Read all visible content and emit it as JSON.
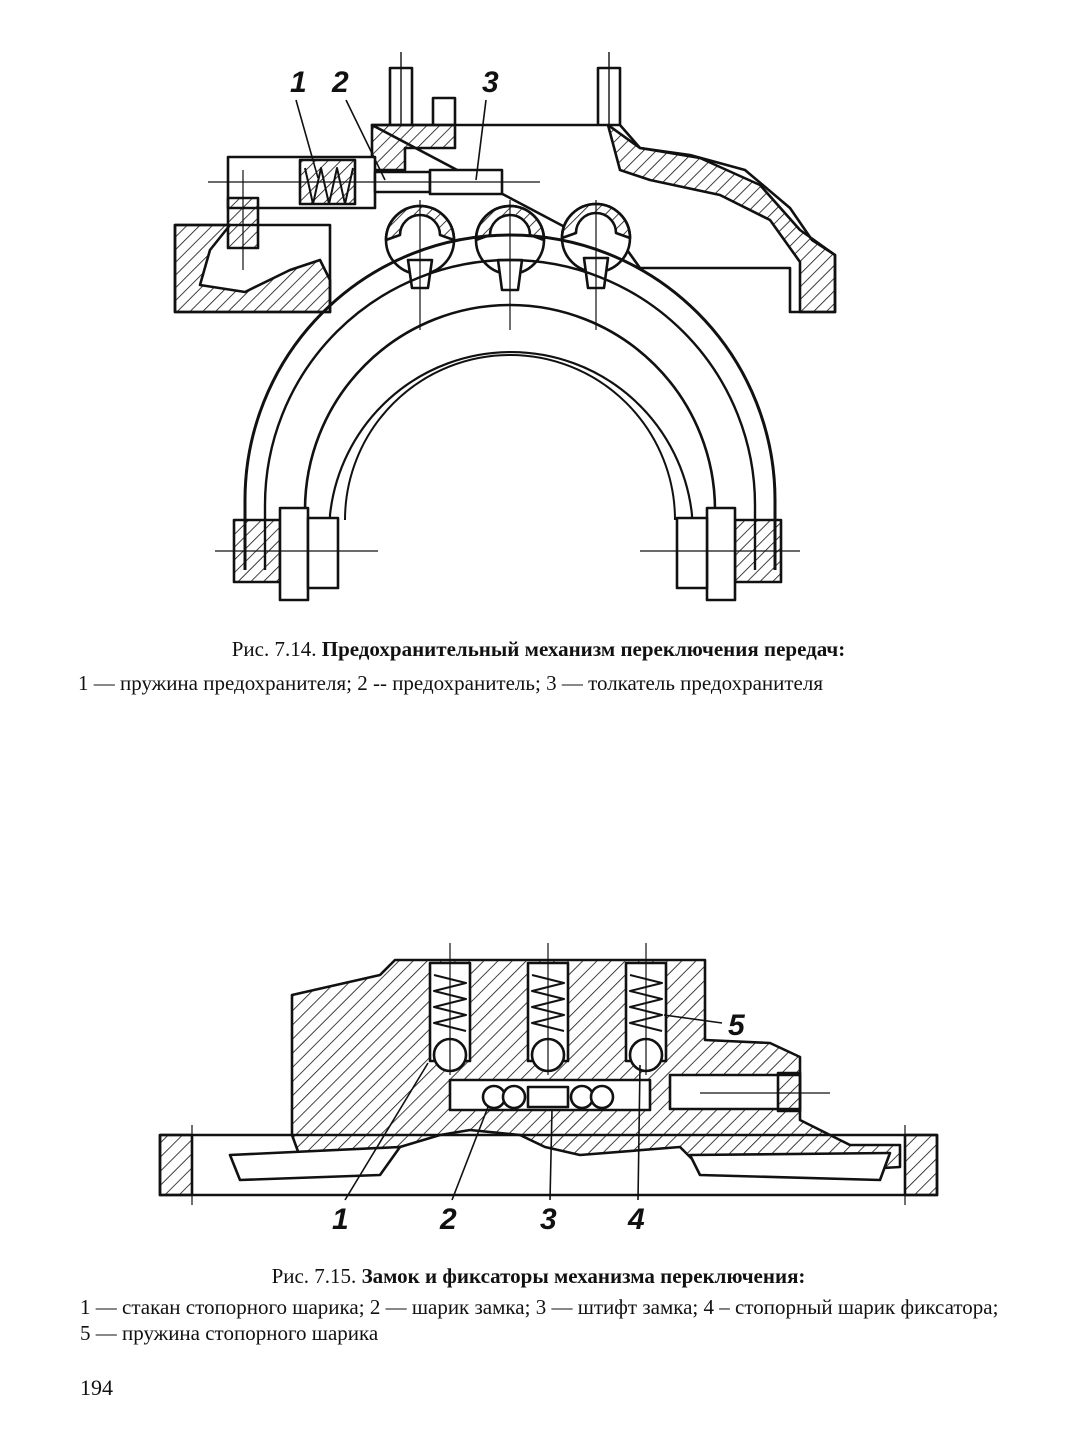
{
  "figure_1": {
    "callouts": [
      "1",
      "2",
      "3"
    ],
    "caption_prefix": "Рис. 7.14.",
    "caption_title": "Предохранительный механизм переключения передач:",
    "legend": "1 — пружина предохранителя; 2 -- предохранитель; 3 — толкатель предохранителя"
  },
  "figure_2": {
    "callouts": [
      "1",
      "2",
      "3",
      "4",
      "5"
    ],
    "caption_prefix": "Рис. 7.15.",
    "caption_title": "Замок и фиксаторы механизма переключения:",
    "legend": "1 — стакан стопорного шарика; 2 — шарик замка; 3 — штифт замка; 4 – стопорный шарик фиксатора; 5 — пружина стопорного шарика"
  },
  "page_number": "194"
}
